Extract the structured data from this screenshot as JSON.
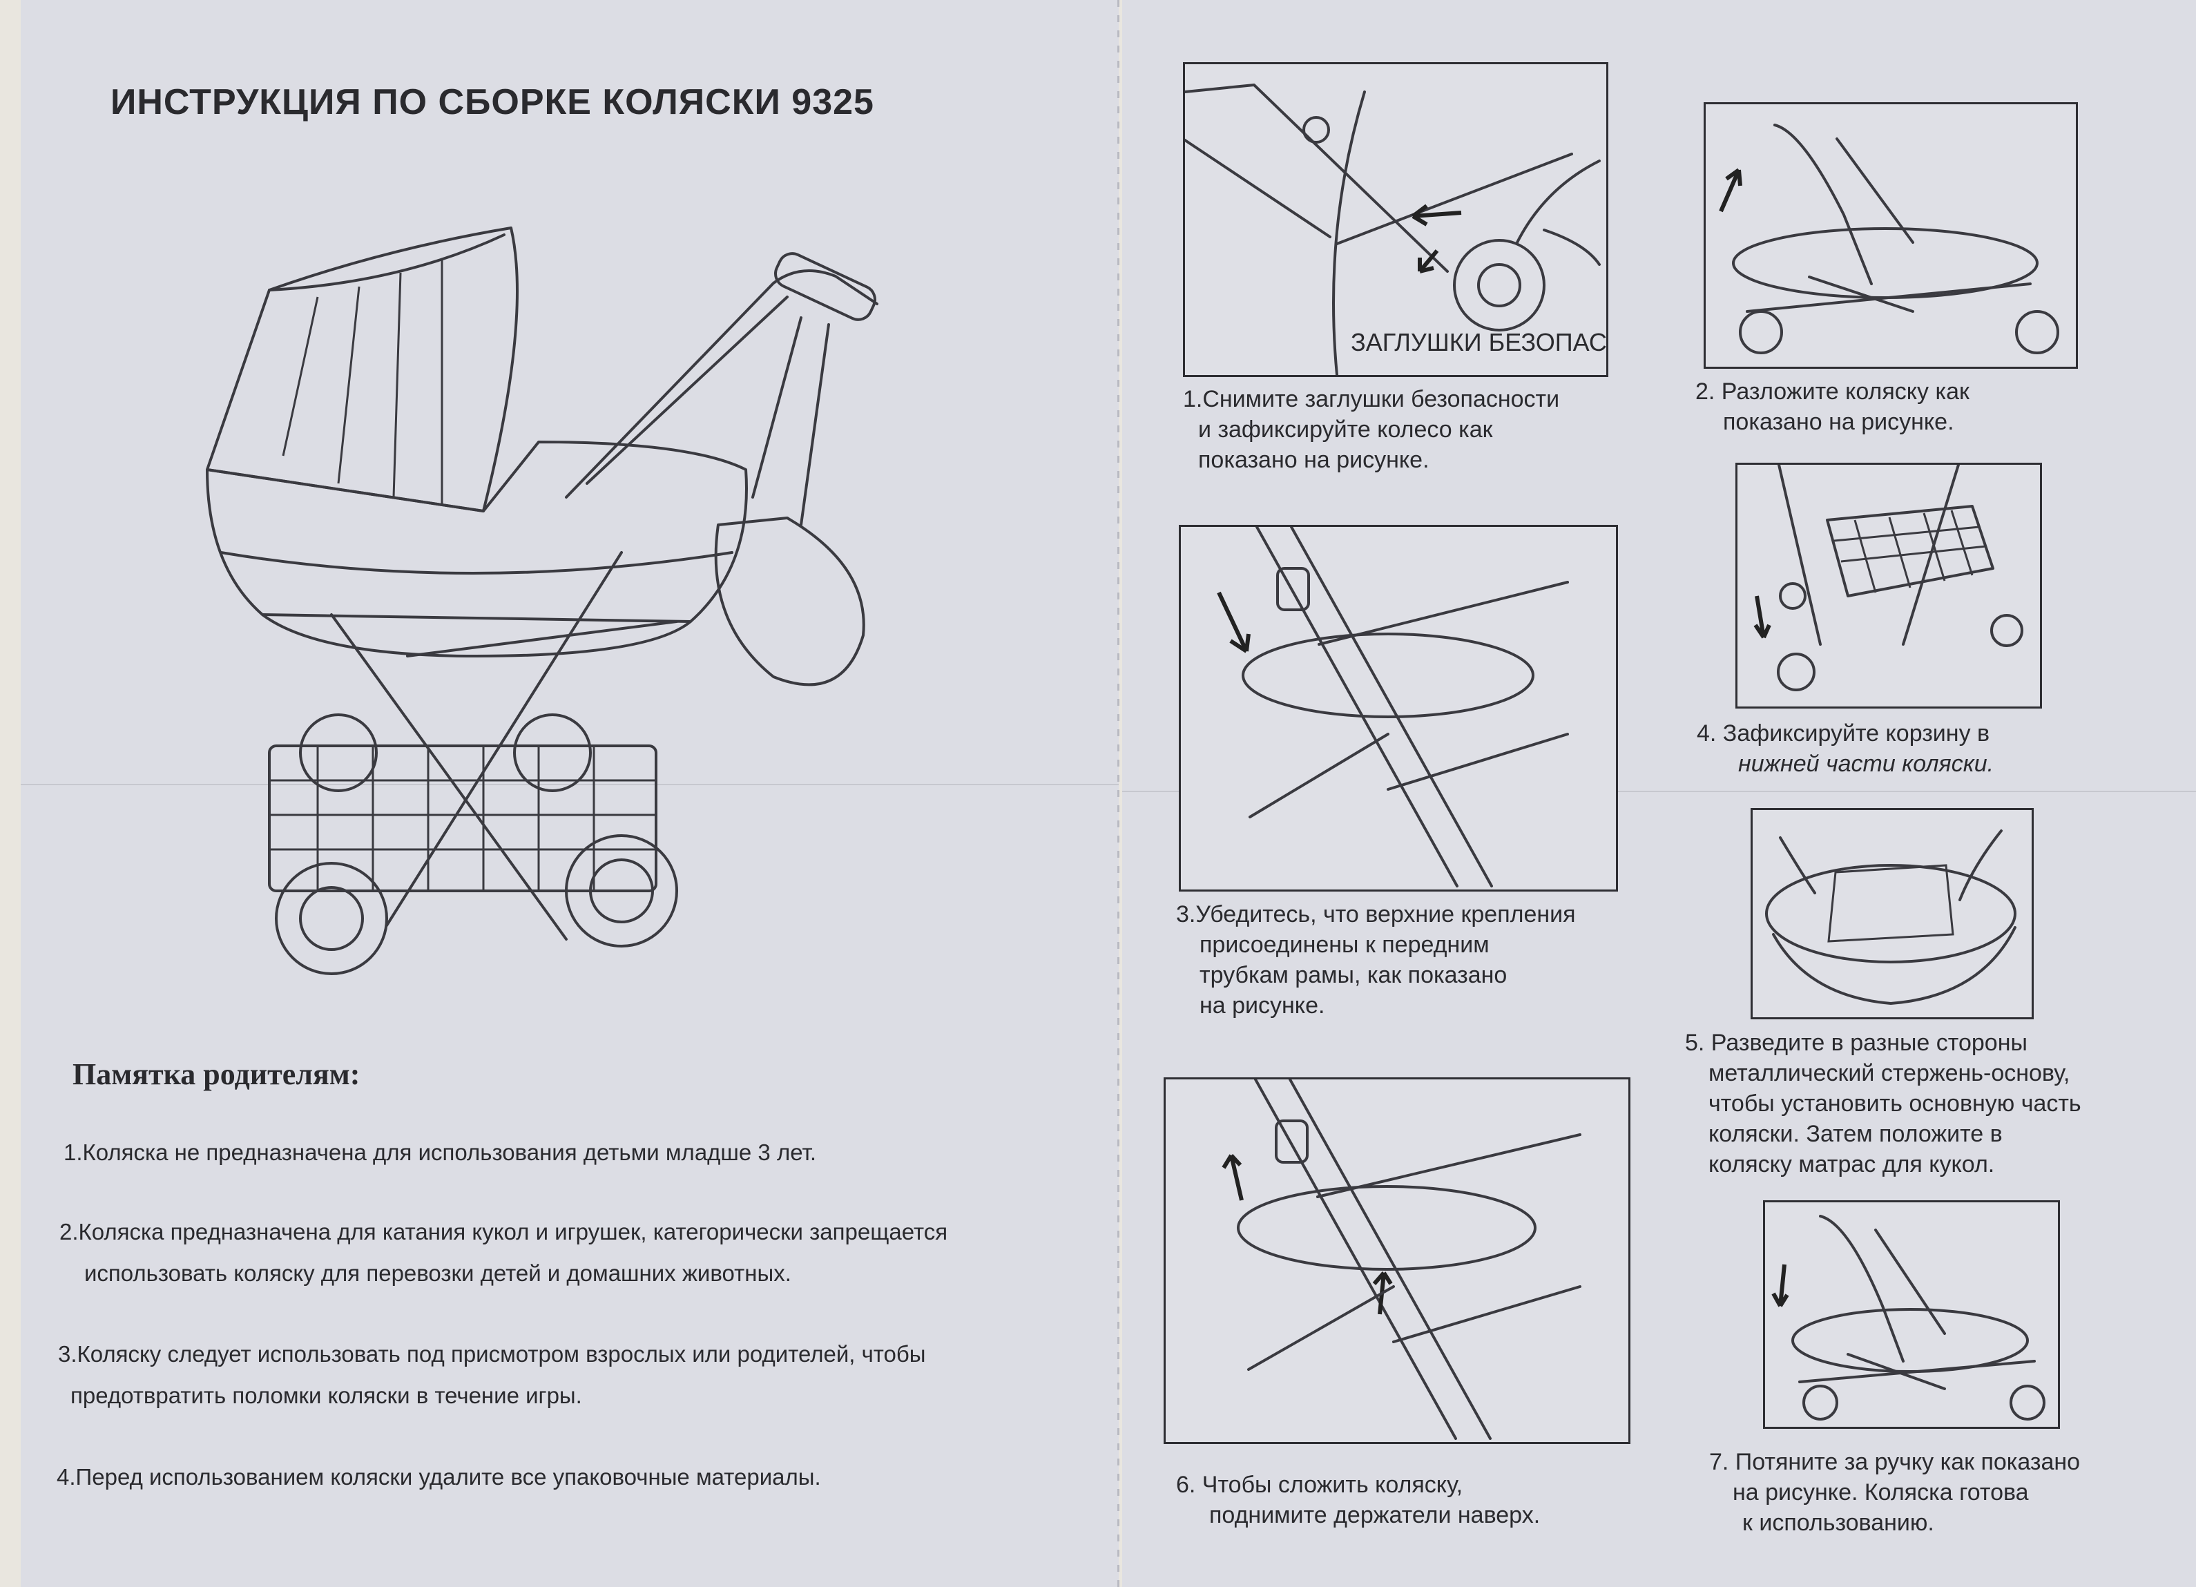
{
  "left": {
    "title": "ИНСТРУКЦИЯ ПО СБОРКЕ КОЛЯСКИ 9325",
    "memo_title": "Памятка родителям:",
    "rules": [
      "1.Коляска не предназначена для использования детьми младше 3 лет.",
      "2.Коляска предназначена для катания кукол и игрушек, категорически запрещается",
      "использовать коляску для перевозки детей и домашних животных.",
      "3.Коляску следует использовать под присмотром взрослых или родителей, чтобы",
      "предотвратить поломки коляски в течение игры.",
      "4.Перед использованием коляски удалите все упаковочные материалы."
    ]
  },
  "steps": {
    "s1": [
      "1.Снимите заглушки безопасности",
      "и зафиксируйте колесо как",
      "показано на рисунке."
    ],
    "s1_label": "ЗАГЛУШКИ БЕЗОПАСНОСТИ",
    "s2": [
      "2. Разложите коляску как",
      "показано на рисунке."
    ],
    "s3": [
      "3.Убедитесь, что верхние крепления",
      "присоединены к передним",
      "трубкам рамы, как показано",
      "на рисунке."
    ],
    "s4": [
      "4. Зафиксируйте корзину в",
      "нижней части коляски."
    ],
    "s5": [
      "5. Разведите в разные стороны",
      "металлический стержень-основу,",
      "чтобы установить основную часть",
      "коляски. Затем положите в",
      "коляску матрас для кукол."
    ],
    "s6": [
      "6. Чтобы сложить коляску,",
      "поднимите держатели наверх."
    ],
    "s7": [
      "7. Потяните за ручку как показано",
      "на рисунке. Коляска готова",
      "к использованию."
    ]
  }
}
